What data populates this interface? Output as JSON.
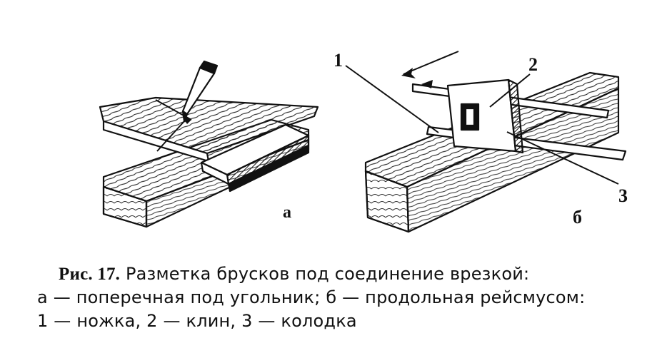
{
  "figure": {
    "panel_a_label": "а",
    "panel_b_label": "б",
    "callouts": [
      "1",
      "2",
      "3"
    ],
    "caption": {
      "lead": "Рис. 17.",
      "line1_rest": " Разметка брусков под соединение врезкой:",
      "line2": "а — поперечная под угольник; б — продольная рейсмусом:",
      "line3": "1 — ножка, 2 — клин, 3 — колодка"
    }
  }
}
